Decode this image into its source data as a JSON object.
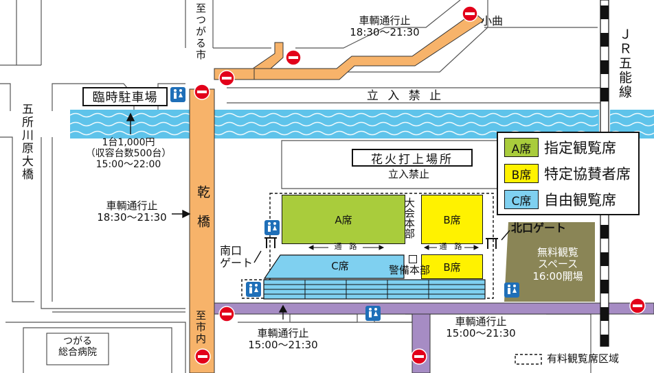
{
  "labels": {
    "to_tsugaru": "至つがる市",
    "regulation_top": "車輌通行止",
    "regulation_top_time": "18:30〜21:30",
    "komagari": "小曲",
    "jr_line": "ＪＲ五能線",
    "bridge_goshogawara": "五所川原大橋",
    "parking": "臨時駐車場",
    "parking_fee": "1台1,000円",
    "parking_capacity": "（収容台数500台）",
    "parking_hours": "15:00〜22:00",
    "no_entry": "立 入 禁 止",
    "launch_site": "花火打上場所",
    "launch_no_entry": "立入禁止",
    "regulation_left": "車輌通行止",
    "regulation_left_time": "18:30〜21:30",
    "inui_bridge": "乾橋",
    "south_gate_1": "南口",
    "south_gate_2": "ゲート",
    "seat_a": "A席",
    "seat_b_upper": "B席",
    "seat_b_lower": "B席",
    "seat_c": "C席",
    "headquarters": "大会本部",
    "passage_left": "通　路",
    "passage_right": "通　路",
    "security": "警備本部",
    "north_gate": "北口ゲート",
    "free_space_1": "無料観覧",
    "free_space_2": "スペース",
    "free_space_3": "16:00開場",
    "to_city": "至市内",
    "hospital_1": "つがる",
    "hospital_2": "総合病院",
    "regulation_bottom_left": "車輌通行止",
    "regulation_bottom_left_time": "15:00〜21:30",
    "regulation_bottom_right": "車輌通行止",
    "regulation_bottom_right_time": "15:00〜21:30",
    "paid_area": "有料観覧席区域"
  },
  "legend": [
    {
      "code": "A席",
      "desc": "指定観覧席",
      "color": "#a9cc3c"
    },
    {
      "code": "B席",
      "desc": "特定協賛者席",
      "color": "#fff200"
    },
    {
      "code": "C席",
      "desc": "自由観覧席",
      "color": "#7fd0f0"
    }
  ],
  "colors": {
    "orange_road": "#f7b36a",
    "purple_road": "#a68cc4",
    "river": "#5ec3ea",
    "seat_a": "#a9cc3c",
    "seat_b": "#fff200",
    "seat_c": "#7fd0f0",
    "free_space": "#8a8556",
    "toilet": "#1f6fb8",
    "no_entry_sign": "#e2001a"
  },
  "icons": [
    "no-entry-sign-icon",
    "toilet-icon",
    "gate-icon",
    "arrow-icon"
  ]
}
